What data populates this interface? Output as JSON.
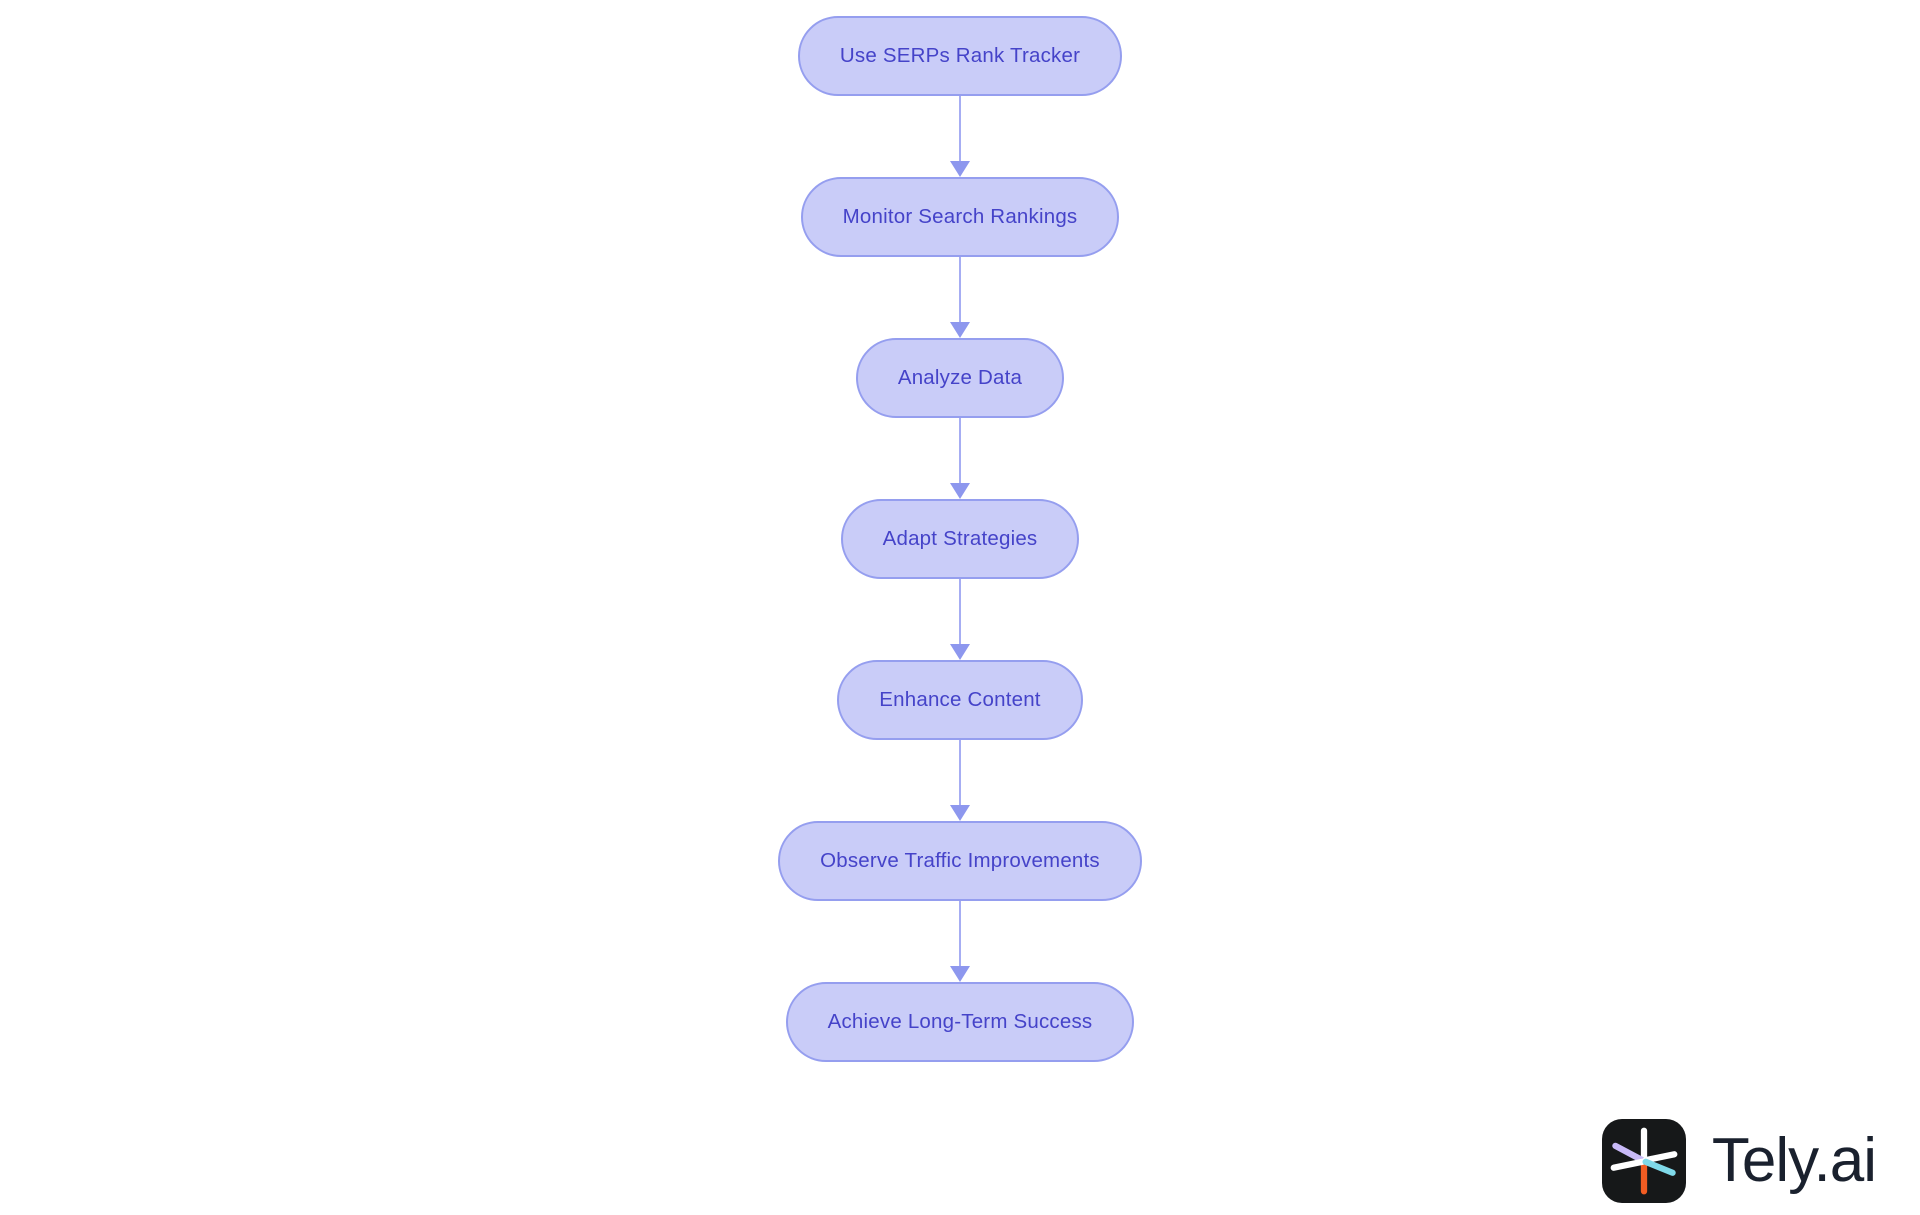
{
  "flowchart": {
    "type": "flowchart",
    "direction": "top-down",
    "nodes": [
      {
        "label": "Use SERPs Rank Tracker"
      },
      {
        "label": "Monitor Search Rankings"
      },
      {
        "label": "Analyze Data"
      },
      {
        "label": "Adapt Strategies"
      },
      {
        "label": "Enhance Content"
      },
      {
        "label": "Observe Traffic Improvements"
      },
      {
        "label": "Achieve Long-Term Success"
      }
    ],
    "edges": [
      {
        "from": 0,
        "to": 1
      },
      {
        "from": 1,
        "to": 2
      },
      {
        "from": 2,
        "to": 3
      },
      {
        "from": 3,
        "to": 4
      },
      {
        "from": 4,
        "to": 5
      },
      {
        "from": 5,
        "to": 6
      }
    ],
    "colors": {
      "node_fill": "#c9ccf8",
      "node_border": "#959eef",
      "node_text": "#4543c9",
      "arrow_line": "#a6adf3",
      "arrow_head": "#8d97ee",
      "background": "#ffffff"
    }
  },
  "branding": {
    "logo_text": "Tely.ai",
    "icon": "tely-asterisk-icon",
    "icon_background": "#161819",
    "icon_spoke_colors": {
      "top": "#ffffff",
      "bottom": "#f25c22",
      "upper_left": "#c9baf8",
      "lower_left": "#ffffff",
      "upper_right": "#ffffff",
      "lower_right": "#7fd9e9"
    },
    "text_color": "#1a212e"
  }
}
